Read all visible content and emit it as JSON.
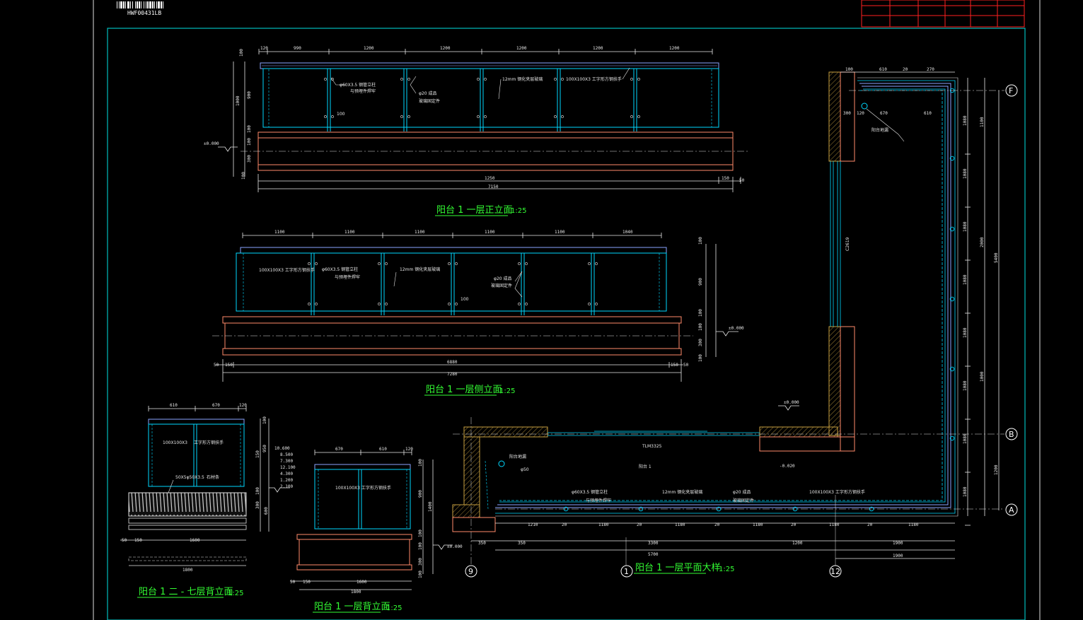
{
  "colors": {
    "background": "#000000",
    "frame": "#00bcbc",
    "dimension": "#e8e8e8",
    "glass": "#00d8ff",
    "handrail": "#8aa4ff",
    "slab": "#ff8a6a",
    "hatch": "#c8a040",
    "titleblock": "#ff2020",
    "caption": "#33ff33"
  },
  "barcode_text": "HWF00431LB",
  "drawings": {
    "front_elev": {
      "title": "阳台 1 一层正立面",
      "scale": "1:25",
      "top_dims": [
        "120",
        "990",
        "1200",
        "1200",
        "1200",
        "1200",
        "1200"
      ],
      "bottom_dims": [
        "1250",
        "150",
        "50"
      ],
      "total": "7150",
      "left_dims": [
        "100",
        "1000",
        "900",
        "100",
        "100",
        "300",
        "100"
      ],
      "level": "±0.000",
      "notes": [
        "φ60X3.5  钢管立柱",
        "与预埋件焊牢",
        "φ20 成品",
        "玻璃固定件",
        "12mm  钢化夹层玻璃",
        "100X100X3  工字形方钢扶手",
        "100"
      ]
    },
    "side_elev": {
      "title": "阳台 1 一层侧立面",
      "scale": "1:25",
      "top_dims": [
        "1100",
        "1100",
        "1100",
        "1100",
        "1100",
        "1040"
      ],
      "bottom_dims": [
        "50",
        "150",
        "6880",
        "150",
        "50"
      ],
      "total": "7280",
      "right_dims": [
        "100",
        "900",
        "100",
        "100",
        "300",
        "100"
      ],
      "level": "±0.000",
      "notes": [
        "100X100X3  工字形方钢扶手",
        "φ60X3.5  钢管立柱",
        "与预埋件焊牢",
        "12mm  钢化夹层玻璃",
        "φ20 成品",
        "玻璃固定件",
        "100"
      ]
    },
    "back_2_7": {
      "title": "阳台 1 二 - 七层背立面",
      "scale": "1:25",
      "top_dims": [
        "610",
        "670",
        "120"
      ],
      "bottom_dims": [
        "50",
        "150",
        "1600"
      ],
      "total": "1800",
      "levels": [
        "10.600",
        "8.500",
        "7.300",
        "12.100",
        "4.300",
        "1.200",
        "2.100"
      ],
      "right_dims": [
        "100",
        "950",
        "150",
        "100",
        "300",
        "600"
      ],
      "notes": [
        "100X100X3",
        "工字形方钢扶手",
        "50X5φ50X3.5",
        "石材条"
      ]
    },
    "back_1": {
      "title": "阳台 1 一层背立面",
      "scale": "1:25",
      "top_dims": [
        "670",
        "610",
        "120"
      ],
      "bottom_dims": [
        "50",
        "150",
        "1600"
      ],
      "total": "1800",
      "right_dims": [
        "100",
        "900",
        "1400",
        "100",
        "100",
        "300",
        "100"
      ],
      "level": "±0.000",
      "notes": [
        "100X100X3  工字形方钢扶手"
      ]
    },
    "plan": {
      "title": "阳台 1 一层平面大样",
      "scale": "1:25",
      "top_dims": [
        "100",
        "610",
        "20",
        "270",
        "300",
        "120",
        "670",
        "610"
      ],
      "bottom_dims_1": [
        "350",
        "350",
        "3300",
        "1200",
        "1900"
      ],
      "bottom_total": "5700",
      "bottom_dims_2": [
        "1900"
      ],
      "inner_dims": [
        "1210",
        "20",
        "1180",
        "20",
        "1180",
        "20",
        "1180",
        "20",
        "1180",
        "20",
        "1180"
      ],
      "right_dims": [
        "1080",
        "1080",
        "1080",
        "1080",
        "1080",
        "1080",
        "1080",
        "1080"
      ],
      "right_totals": [
        "1100",
        "2000",
        "5400",
        "1000",
        "1200"
      ],
      "window": "C2619",
      "door": "TLM3325",
      "room": "阳台 1",
      "levels": [
        "±0.000",
        "-0.020"
      ],
      "axes_bottom": [
        "9",
        "1",
        "12"
      ],
      "axes_right": [
        "F",
        "B",
        "A"
      ],
      "notes": [
        "阳台地漏",
        "φ60X3.5  钢管立柱",
        "与预埋件焊牢",
        "12mm  钢化夹层玻璃",
        "φ20  成品",
        "玻璃固定件",
        "100X100X3  工字形方钢扶手",
        "阳台地漏",
        "φ50"
      ]
    }
  }
}
